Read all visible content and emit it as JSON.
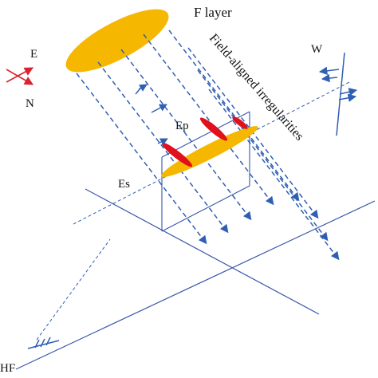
{
  "labels": {
    "f_layer": "F layer",
    "field_aligned": "Field-aligned irregularities",
    "ep": "Ep",
    "es": "Es",
    "east": "E",
    "north": "N",
    "west": "W",
    "hf": "HF"
  },
  "colors": {
    "layer_fill": "#F5B700",
    "irregularity_fill": "#E0101C",
    "field_line": "#2F5FB3",
    "plane_line": "#3A56A8",
    "compass": "#D9232E",
    "text": "#111111"
  }
}
